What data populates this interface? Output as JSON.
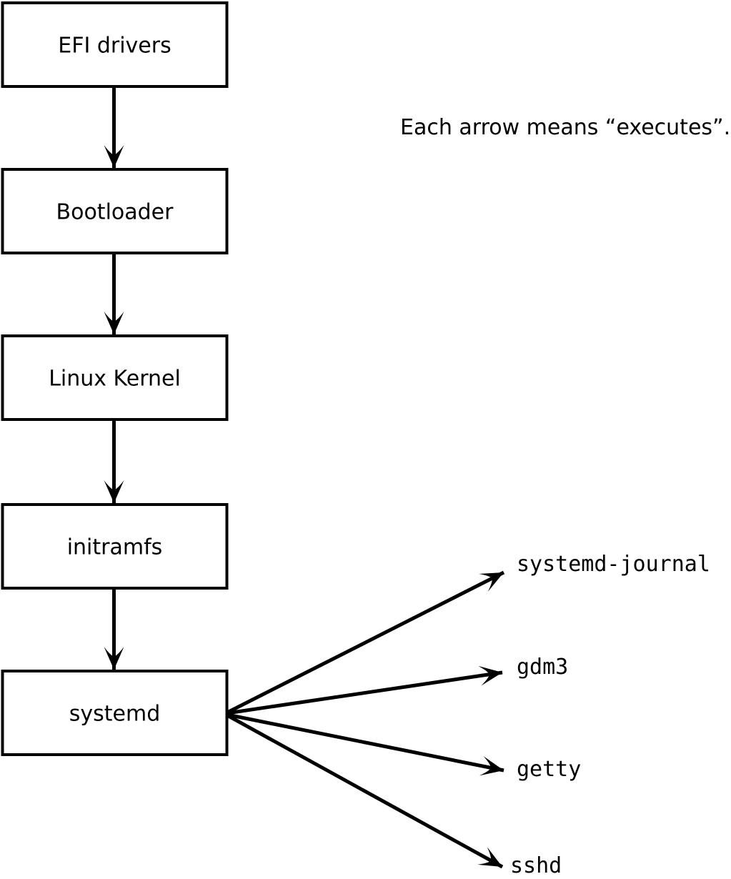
{
  "diagram": {
    "caption": "Each arrow means “executes”.",
    "chain": [
      {
        "label": "EFI drivers"
      },
      {
        "label": "Bootloader"
      },
      {
        "label": "Linux Kernel"
      },
      {
        "label": "initramfs"
      },
      {
        "label": "systemd"
      }
    ],
    "spawned_processes": [
      {
        "label": "systemd-journal"
      },
      {
        "label": "gdm3"
      },
      {
        "label": "getty"
      },
      {
        "label": "sshd"
      }
    ],
    "colors": {
      "line": "#000000",
      "box_fill": "#ffffff",
      "text": "#000000",
      "background": "#ffffff"
    }
  }
}
